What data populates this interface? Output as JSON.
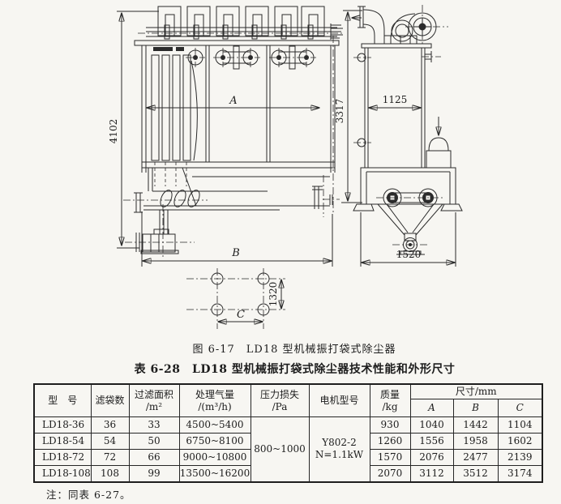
{
  "page": {
    "figure_caption": "图 6-17　LD18 型机械振打袋式除尘器",
    "table_title": "表 6-28　LD18 型机械振打袋式除尘器技术性能和外形尺寸",
    "note": "注：同表 6-27。"
  },
  "figure": {
    "dim_labels": {
      "height_4102": "4102",
      "height_3317": "3317",
      "width_1125": "1125",
      "base_1520": "1520",
      "pitch_1320": "1320",
      "label_a": "A",
      "label_b": "B",
      "label_c": "C"
    }
  },
  "table": {
    "headers": {
      "model": "型　号",
      "bag_count": "滤袋数",
      "filter_area_line1": "过滤面积",
      "filter_area_line2": "/m²",
      "air_flow_line1": "处理气量",
      "air_flow_line2": "/(m³/h)",
      "pressure_line1": "压力损失",
      "pressure_line2": "/Pa",
      "motor": "电机型号",
      "mass_line1": "质量",
      "mass_line2": "/kg",
      "size_group": "尺寸/mm",
      "size_a": "A",
      "size_b": "B",
      "size_c": "C"
    },
    "merged": {
      "pressure_loss": "800~1000",
      "motor_line1": "Y802-2",
      "motor_line2": "N=1.1kW"
    },
    "rows": [
      {
        "model": "LD18-36",
        "bags": "36",
        "area": "33",
        "volume": "4500~5400",
        "mass": "930",
        "a": "1040",
        "b": "1442",
        "c": "1104"
      },
      {
        "model": "LD18-54",
        "bags": "54",
        "area": "50",
        "volume": "6750~8100",
        "mass": "1260",
        "a": "1556",
        "b": "1958",
        "c": "1602"
      },
      {
        "model": "LD18-72",
        "bags": "72",
        "area": "66",
        "volume": "9000~10800",
        "mass": "1570",
        "a": "2076",
        "b": "2477",
        "c": "2139"
      },
      {
        "model": "LD18-108",
        "bags": "108",
        "area": "99",
        "volume": "13500~16200",
        "mass": "2070",
        "a": "3112",
        "b": "3512",
        "c": "3174"
      }
    ]
  }
}
